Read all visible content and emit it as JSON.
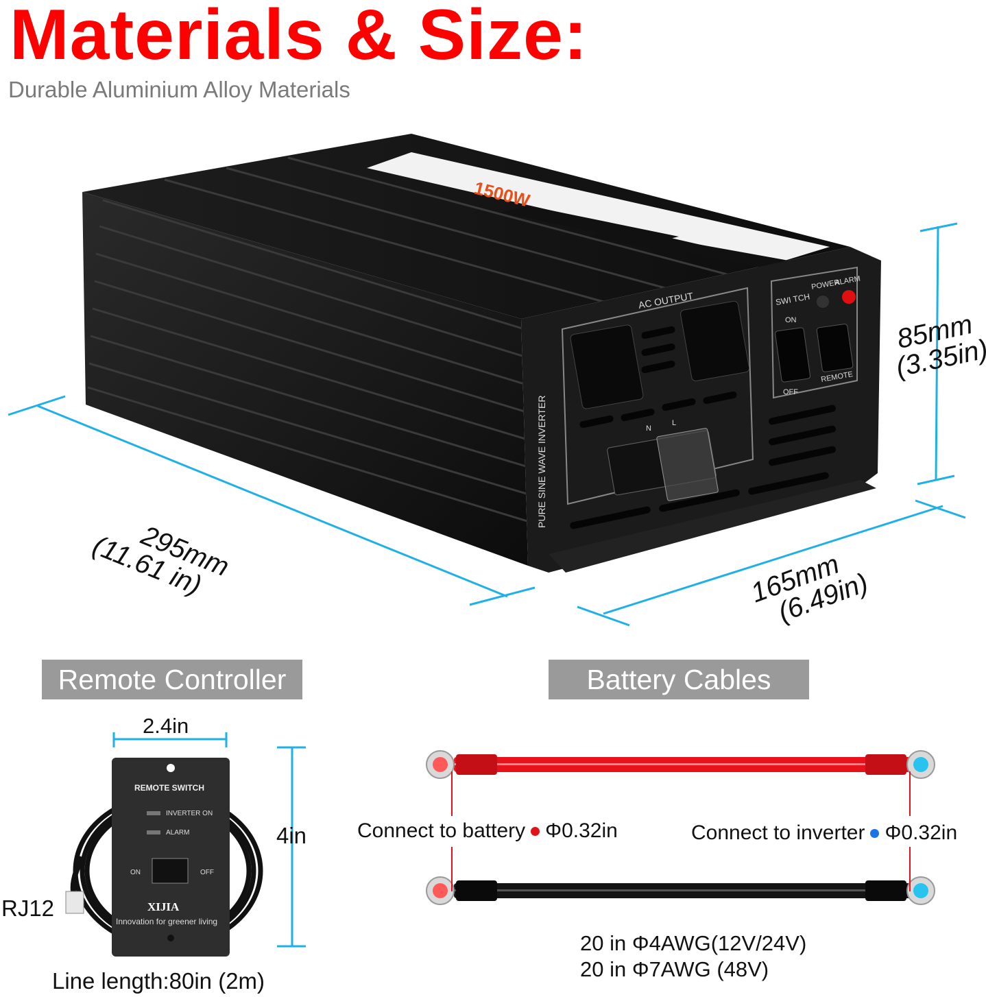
{
  "header": {
    "title": "Materials & Size:",
    "subtitle": "Durable Aluminium Alloy Materials"
  },
  "inverter": {
    "top_label_power": "1500W",
    "front_labels": {
      "ac_output": "AC OUTPUT",
      "switch": "SWI TCH",
      "power": "POWER",
      "alarm": "ALARM",
      "on": "ON",
      "off": "OFF",
      "remote": "REMOTE",
      "side_text": "PURE SINE WAVE INVERTER",
      "n": "N",
      "l": "L"
    },
    "dimensions": {
      "length_mm": "295mm",
      "length_in": "(11.61 in)",
      "width_mm": "165mm",
      "width_in": "(6.49in)",
      "height_mm": "85mm",
      "height_in": "(3.35in)"
    },
    "colors": {
      "dimension_line": "#1fb0e6",
      "body": "#161616",
      "alarm_led": "#e01010"
    }
  },
  "remote": {
    "section_label": "Remote Controller",
    "width_label": "2.4in",
    "height_label": "4in",
    "connector_label": "RJ12",
    "line_length": "Line length:80in (2m)",
    "panel_title": "REMOTE SWITCH",
    "indicator_inverter_on": "INVERTER ON",
    "indicator_alarm": "ALARM",
    "switch_on": "ON",
    "switch_off": "OFF",
    "brand": "XIJIA",
    "slogan": "Innovation for greener living"
  },
  "cables": {
    "section_label": "Battery Cables",
    "battery_end_label": "Connect to battery",
    "battery_end_size": "Φ0.32in",
    "inverter_end_label": "Connect to inverter",
    "inverter_end_size": "Φ0.32in",
    "spec_line1": "20 in Φ4AWG(12V/24V)",
    "spec_line2": "20 in Φ7AWG (48V)",
    "colors": {
      "red_cable": "#e8121c",
      "black_cable": "#141414",
      "battery_dot": "#e0121a",
      "inverter_dot": "#1a73e8",
      "terminal_inverter": "#29c3f0",
      "terminal_battery": "#ff5a5a"
    }
  }
}
